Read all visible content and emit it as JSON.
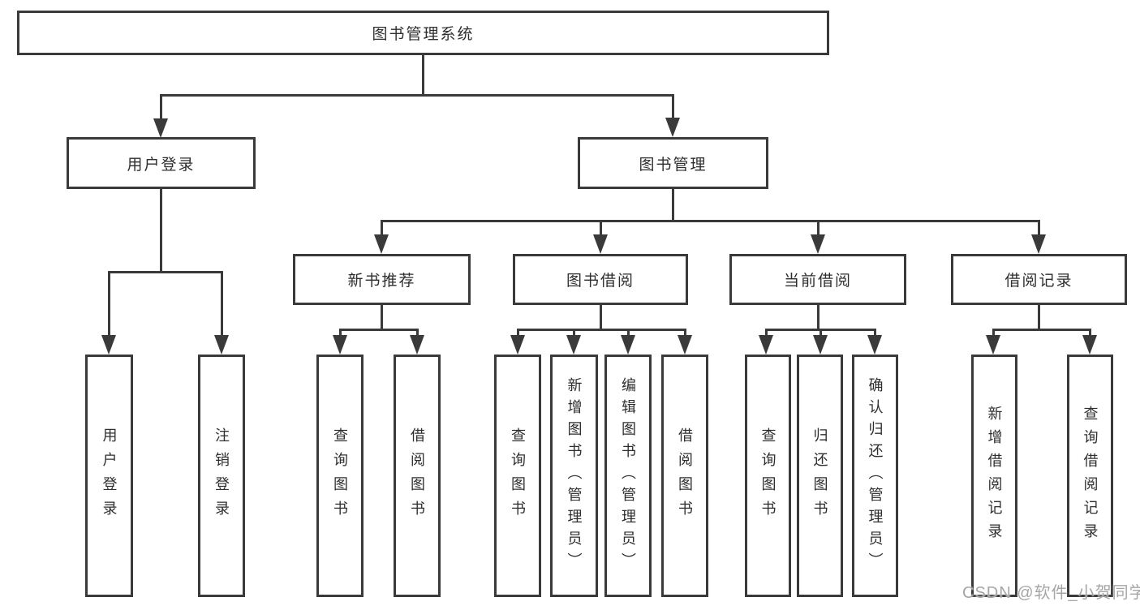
{
  "diagram": {
    "title": "图书管理系统",
    "type": "hierarchy-tree",
    "tree": {
      "label": "图书管理系统",
      "children": [
        {
          "label": "用户登录",
          "children": [
            {
              "label": "用户登录"
            },
            {
              "label": "注销登录"
            }
          ]
        },
        {
          "label": "图书管理",
          "children": [
            {
              "label": "新书推荐",
              "children": [
                {
                  "label": "查询图书"
                },
                {
                  "label": "借阅图书"
                }
              ]
            },
            {
              "label": "图书借阅",
              "children": [
                {
                  "label": "查询图书"
                },
                {
                  "label": "新增图书（管理员）"
                },
                {
                  "label": "编辑图书（管理员）"
                },
                {
                  "label": "借阅图书"
                }
              ]
            },
            {
              "label": "当前借阅",
              "children": [
                {
                  "label": "查询图书"
                },
                {
                  "label": "归还图书"
                },
                {
                  "label": "确认归还（管理员）"
                }
              ]
            },
            {
              "label": "借阅记录",
              "children": [
                {
                  "label": "新增借阅记录"
                },
                {
                  "label": "查询借阅记录"
                }
              ]
            }
          ]
        }
      ]
    }
  },
  "watermark": {
    "text": "CSDN @软件_小贺同学"
  },
  "colors": {
    "line": "#3a3a3a",
    "box_border": "#3a3a3a",
    "box_background": "#ffffff",
    "text": "#2e2e2e",
    "watermark": "#a6a6a6",
    "background": "#ffffff"
  }
}
